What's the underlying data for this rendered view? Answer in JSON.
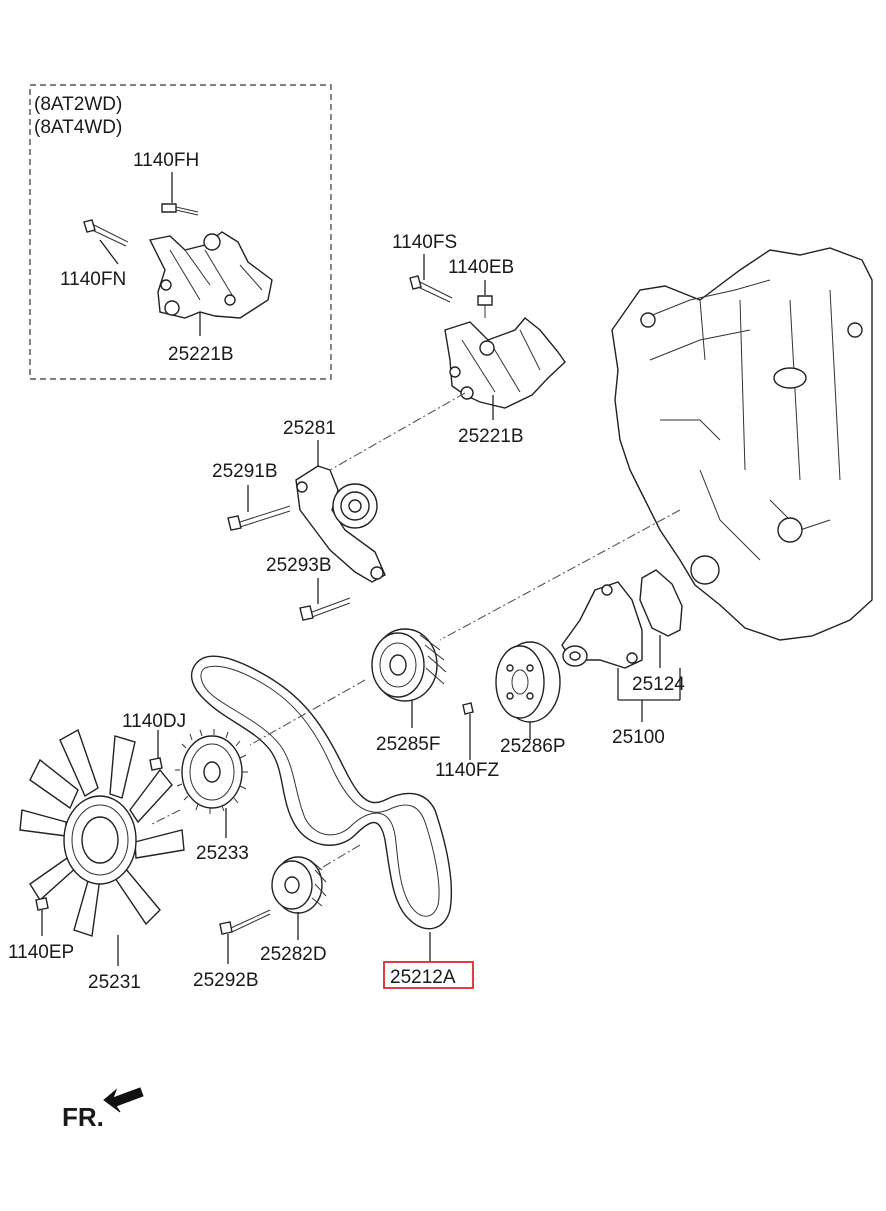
{
  "variant_box": {
    "line1": "(8AT2WD)",
    "line2": "(8AT4WD)"
  },
  "labels": {
    "p1140FH": "1140FH",
    "p1140FN": "1140FN",
    "p25221B_box": "25221B",
    "p1140FS": "1140FS",
    "p1140EB": "1140EB",
    "p25221B": "25221B",
    "p25281": "25281",
    "p25291B": "25291B",
    "p25293B": "25293B",
    "p25124": "25124",
    "p25100": "25100",
    "p25285F": "25285F",
    "p25286P": "25286P",
    "p1140FZ": "1140FZ",
    "p1140DJ": "1140DJ",
    "p25233": "25233",
    "p1140EP": "1140EP",
    "p25231": "25231",
    "p25292B": "25292B",
    "p25282D": "25282D",
    "p25212A": "25212A"
  },
  "highlight": {
    "part": "25212A",
    "color": "#e0262c"
  },
  "direction": {
    "label": "FR."
  }
}
